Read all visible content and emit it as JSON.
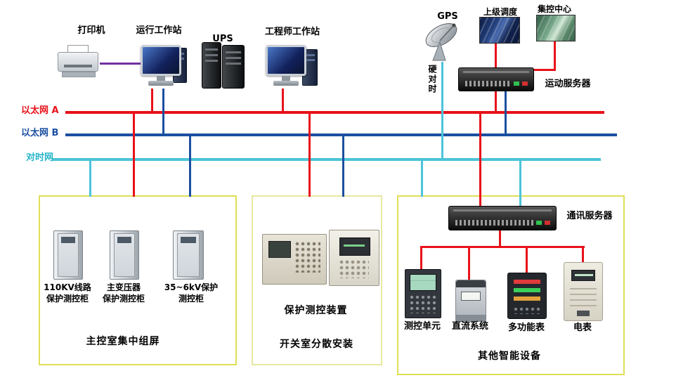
{
  "top": {
    "printer": "打印机",
    "operator_ws": "运行工作站",
    "ups": "UPS",
    "engineer_ws": "工程师工作站",
    "gps": "GPS",
    "dispatch": "上级调度",
    "control_center": "集控中心",
    "telecontrol_server": "运动服务器",
    "hard_time_sync": "硬对时"
  },
  "buses": {
    "ethernet_a": {
      "label": "以太网 A",
      "color": "#e8111a"
    },
    "ethernet_b": {
      "label": "以太网 B",
      "color": "#1b4fa0"
    },
    "time_sync": {
      "label": "对时网",
      "color": "#4cc3d9"
    }
  },
  "left_box": {
    "cabinet_labels": [
      "110KV线路\n保护测控柜",
      "主变压器\n保护测控柜",
      "35~6kV保护\n测控柜"
    ],
    "caption": "主控室集中组屏"
  },
  "middle_box": {
    "device_label": "保护测控装置",
    "caption": "开关室分散安装"
  },
  "right_box": {
    "comm_server": "通讯服务器",
    "device_labels": [
      "测控单元",
      "直流系统",
      "多功能表",
      "电表"
    ],
    "caption": "其他智能设备"
  },
  "colors": {
    "ethernet_a": "#e8111a",
    "ethernet_b": "#1b4fa0",
    "time_sync": "#4cc3d9",
    "printer_cable": "#7030a0",
    "zone_border": "#dfdf57"
  }
}
